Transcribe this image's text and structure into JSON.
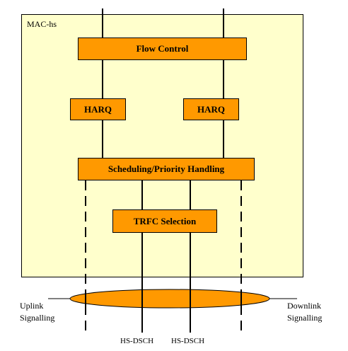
{
  "mac": {
    "label": "MAC-hs"
  },
  "blocks": {
    "flow_control": "Flow Control",
    "harq_left": "HARQ",
    "harq_right": "HARQ",
    "scheduling": "Scheduling/Priority Handling",
    "trfc": "TRFC Selection"
  },
  "signalling": {
    "uplink_line1": "Uplink",
    "uplink_line2": "Signalling",
    "downlink_line1": "Downlink",
    "downlink_line2": "Signalling"
  },
  "channels": {
    "left": "HS-DSCH",
    "right": "HS-DSCH"
  },
  "colors": {
    "mac_background": "#ffffcc",
    "block_fill": "#ff9900",
    "line": "#000000"
  }
}
